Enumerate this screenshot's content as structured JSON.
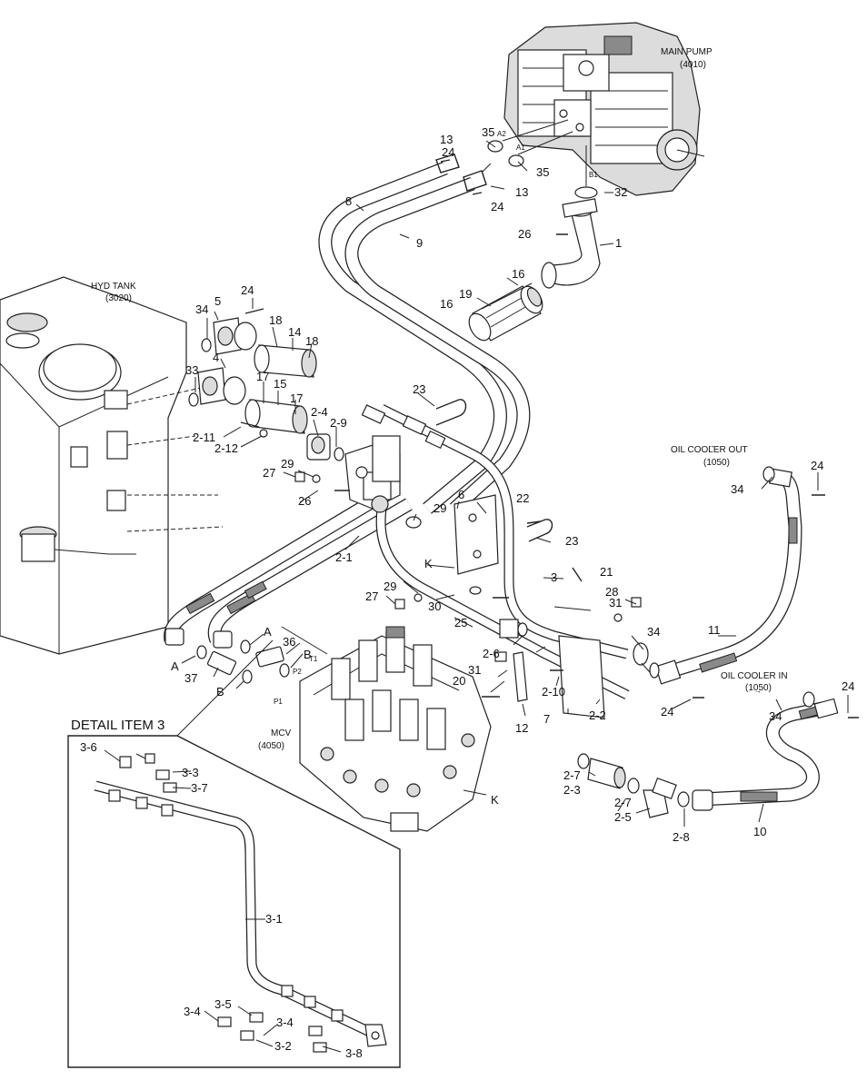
{
  "components": {
    "main_pump": {
      "name": "MAIN PUMP",
      "code": "(4010)"
    },
    "hyd_tank": {
      "name": "HYD TANK",
      "code": "(3020)"
    },
    "oil_cooler_out": {
      "name": "OIL COOLER OUT",
      "code": "(1050)"
    },
    "oil_cooler_in": {
      "name": "OIL COOLER IN",
      "code": "(1050)"
    },
    "mcv": {
      "name": "MCV",
      "code": "(4050)"
    }
  },
  "port_labels": {
    "a2": "A2",
    "a1": "A1",
    "b1": "B1",
    "t1": "T1",
    "p2": "P2",
    "p1": "P1",
    "a_left": "A",
    "a_right": "A",
    "b_left": "B",
    "b_right": "B",
    "k_upper": "K",
    "k_lower": "K"
  },
  "detail": {
    "title": "DETAIL ITEM 3"
  },
  "callouts": {
    "c1": "1",
    "c2_1": "2-1",
    "c2_2": "2-2",
    "c2_3": "2-3",
    "c2_4": "2-4",
    "c2_5": "2-5",
    "c2_6": "2-6",
    "c2_7a": "2-7",
    "c2_7b": "2-7",
    "c2_8": "2-8",
    "c2_9": "2-9",
    "c2_10": "2-10",
    "c2_11": "2-11",
    "c2_12": "2-12",
    "c3": "3",
    "c4": "4",
    "c5": "5",
    "c6": "6",
    "c7": "7",
    "c8": "8",
    "c9": "9",
    "c10": "10",
    "c11": "11",
    "c12": "12",
    "c13a": "13",
    "c13b": "13",
    "c14": "14",
    "c15": "15",
    "c16a": "16",
    "c16b": "16",
    "c17a": "17",
    "c17b": "17",
    "c18a": "18",
    "c18b": "18",
    "c19": "19",
    "c20": "20",
    "c21": "21",
    "c22": "22",
    "c23a": "23",
    "c23b": "23",
    "c24a": "24",
    "c24b": "24",
    "c24c": "24",
    "c24d": "24",
    "c24e": "24",
    "c24f": "24",
    "c25": "25",
    "c26a": "26",
    "c26b": "26",
    "c27a": "27",
    "c27b": "27",
    "c28": "28",
    "c29a": "29",
    "c29b": "29",
    "c29c": "29",
    "c30": "30",
    "c31a": "31",
    "c31b": "31",
    "c32": "32",
    "c33": "33",
    "c34a": "34",
    "c34b": "34",
    "c34c": "34",
    "c34d": "34",
    "c35a": "35",
    "c35b": "35",
    "c36": "36",
    "c37": "37",
    "d3_1": "3-1",
    "d3_2": "3-2",
    "d3_3": "3-3",
    "d3_4a": "3-4",
    "d3_4b": "3-4",
    "d3_5": "3-5",
    "d3_6": "3-6",
    "d3_7": "3-7",
    "d3_8": "3-8"
  }
}
